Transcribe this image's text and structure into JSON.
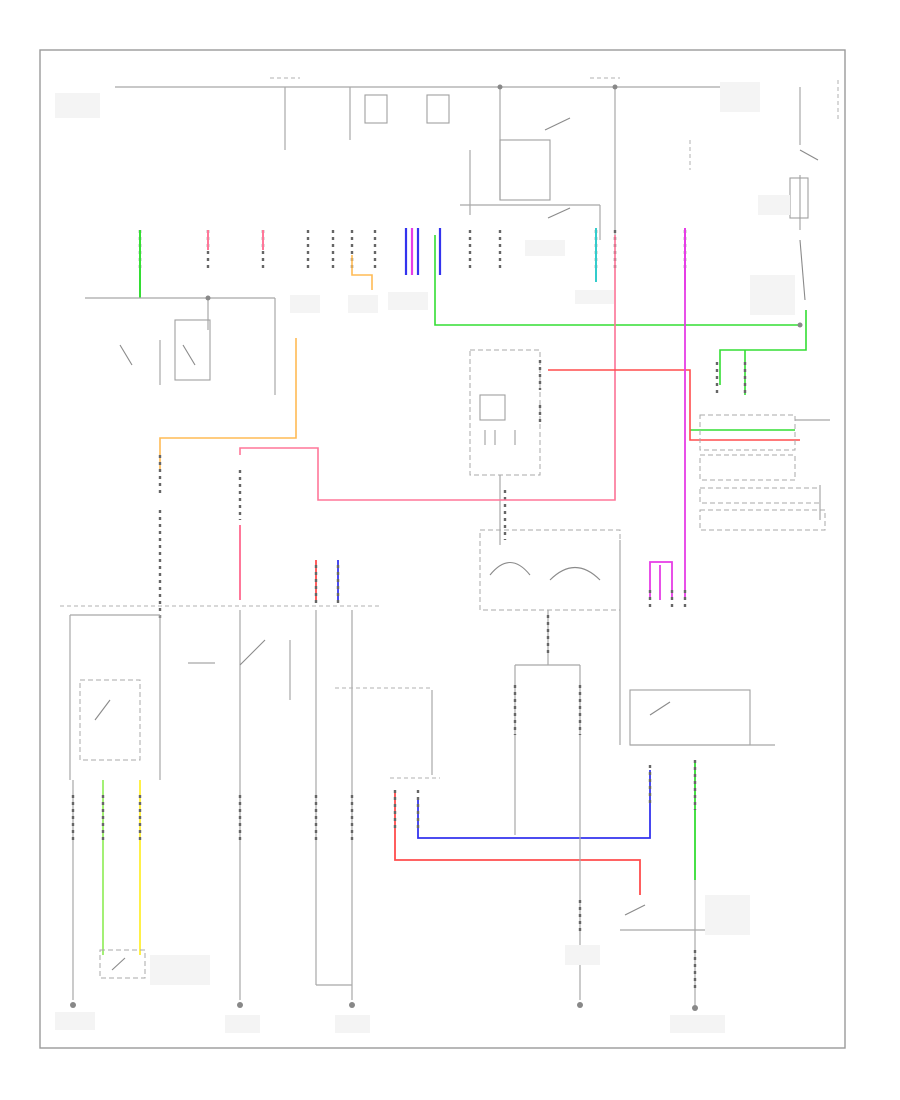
{
  "diagram": {
    "colors": {
      "frame": "#9a9a9a",
      "wire_gray": "#a8a8a8",
      "wire_green": "#33dd33",
      "wire_light_green": "#99ee66",
      "wire_pink": "#ff7799",
      "wire_red": "#ff4d4d",
      "wire_magenta": "#e63de6",
      "wire_blue": "#3333ee",
      "wire_yellow": "#ffee33",
      "wire_orange": "#ffbb55",
      "wire_cyan": "#33cccc"
    },
    "wires": [
      {
        "id": "green-upper-bus",
        "color": "green"
      },
      {
        "id": "orange-left-run",
        "color": "orange"
      },
      {
        "id": "pink-center-loop",
        "color": "pink"
      },
      {
        "id": "red-right-run",
        "color": "red"
      },
      {
        "id": "magenta-right-run",
        "color": "magenta"
      },
      {
        "id": "blue-bottom-run",
        "color": "blue"
      },
      {
        "id": "red-bottom-run",
        "color": "red"
      },
      {
        "id": "yellow-left-run",
        "color": "yellow"
      },
      {
        "id": "light-green-left-run",
        "color": "light_green"
      },
      {
        "id": "green-right-vertical",
        "color": "green"
      }
    ]
  }
}
